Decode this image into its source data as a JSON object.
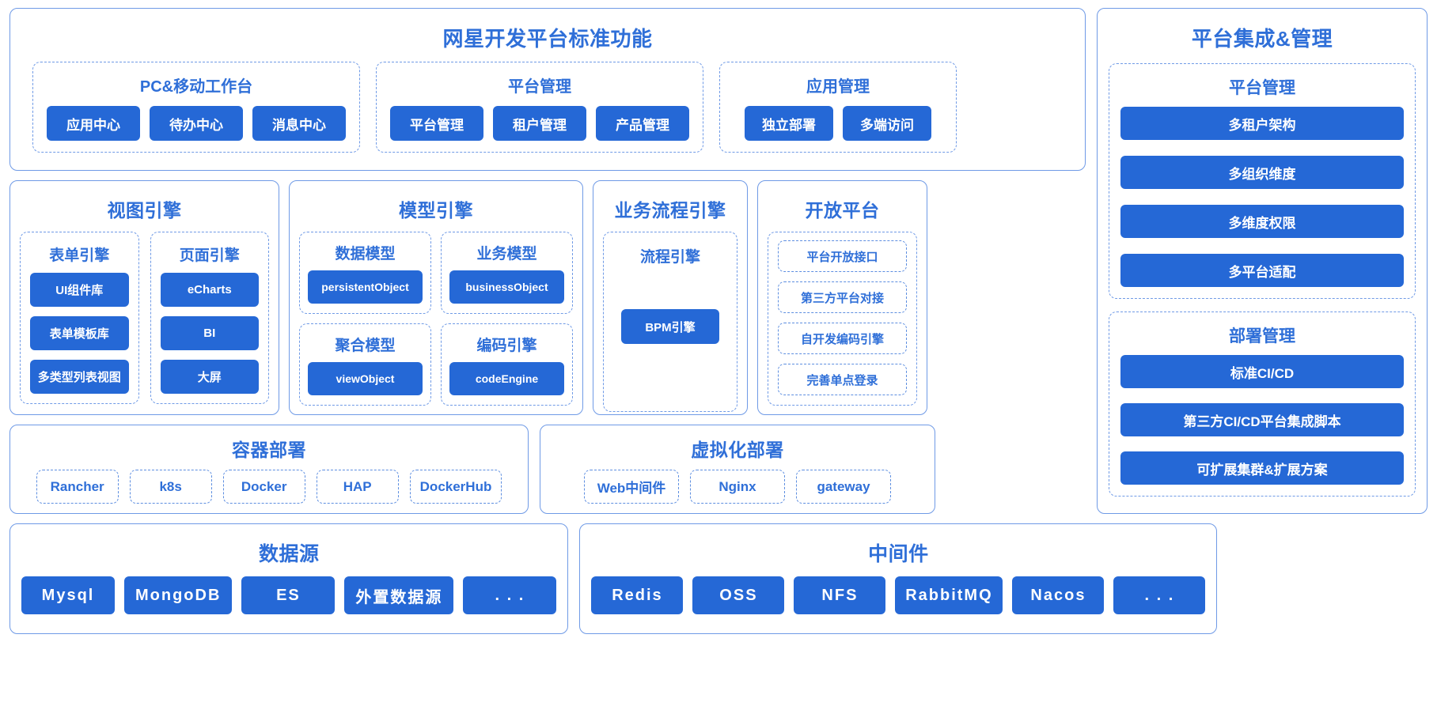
{
  "standard": {
    "title": "网星开发平台标准功能",
    "groups": [
      {
        "title": "PC&移动工作台",
        "items": [
          "应用中心",
          "待办中心",
          "消息中心"
        ]
      },
      {
        "title": "平台管理",
        "items": [
          "平台管理",
          "租户管理",
          "产品管理"
        ]
      },
      {
        "title": "应用管理",
        "items": [
          "独立部署",
          "多端访问"
        ]
      }
    ]
  },
  "view_engine": {
    "title": "视图引擎",
    "groups": [
      {
        "title": "表单引擎",
        "items": [
          "UI组件库",
          "表单模板库",
          "多类型列表视图"
        ]
      },
      {
        "title": "页面引擎",
        "items": [
          "eCharts",
          "BI",
          "大屏"
        ]
      }
    ]
  },
  "model_engine": {
    "title": "模型引擎",
    "groups": [
      {
        "title": "数据模型",
        "items": [
          "persistentObject"
        ]
      },
      {
        "title": "业务模型",
        "items": [
          "businessObject"
        ]
      },
      {
        "title": "聚合模型",
        "items": [
          "viewObject"
        ]
      },
      {
        "title": "编码引擎",
        "items": [
          "codeEngine"
        ]
      }
    ]
  },
  "flow_engine": {
    "title": "业务流程引擎",
    "group_title": "流程引擎",
    "items": [
      "BPM引擎"
    ]
  },
  "open_platform": {
    "title": "开放平台",
    "items": [
      "平台开放接口",
      "第三方平台对接",
      "自开发编码引擎",
      "完善单点登录"
    ]
  },
  "container_deploy": {
    "title": "容器部署",
    "items": [
      "Rancher",
      "k8s",
      "Docker",
      "HAP",
      "DockerHub"
    ]
  },
  "virtual_deploy": {
    "title": "虚拟化部署",
    "items": [
      "Web中间件",
      "Nginx",
      "gateway"
    ]
  },
  "datasource": {
    "title": "数据源",
    "items": [
      "Mysql",
      "MongoDB",
      "ES",
      "外置数据源",
      ". . ."
    ]
  },
  "middleware": {
    "title": "中间件",
    "items": [
      "Redis",
      "OSS",
      "NFS",
      "RabbitMQ",
      "Nacos",
      ". . ."
    ]
  },
  "integration": {
    "title": "平台集成&管理",
    "groups": [
      {
        "title": "平台管理",
        "items": [
          "多租户架构",
          "多组织维度",
          "多维度权限",
          "多平台适配"
        ]
      },
      {
        "title": "部署管理",
        "items": [
          "标准CI/CD",
          "第三方CI/CD平台集成脚本",
          "可扩展集群&扩展方案"
        ]
      }
    ]
  },
  "colors": {
    "chip_fill": "#2568d6",
    "border": "#6f9ae6",
    "text_blue": "#2f6fd8",
    "chip_text": "#ffffff"
  }
}
